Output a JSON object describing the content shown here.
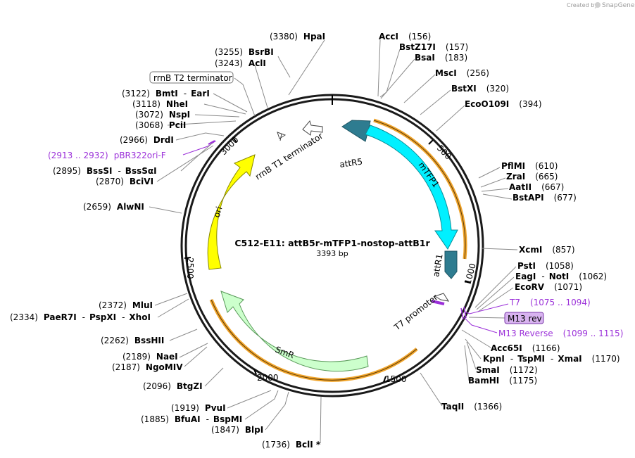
{
  "credit": {
    "text": "Created by",
    "brand": "SnapGene"
  },
  "plasmid": {
    "name": "C512-E11: attB5r-mTFP1-nostop-attB1r",
    "size": "3393 bp"
  },
  "ticks": [
    "500",
    "1000",
    "1500",
    "2000",
    "2500",
    "3000"
  ],
  "features": {
    "attR5": "attR5",
    "mTFP1": "mTFP1",
    "attR1": "attR1",
    "ori": "ori",
    "SmR": "SmR",
    "T7_promoter": "T7 promoter",
    "rrnB_T1": "rrnB T1 terminator"
  },
  "colors": {
    "attR": "#2e7c90",
    "mTFP1": "#00f0ff",
    "ori": "#ffff00",
    "SmR": "#ccffcc",
    "orange": "#f1a52b",
    "primer": "#9b30d9",
    "m13_box": "#d8b3f0"
  },
  "labels": {
    "HpaI": {
      "name": "HpaI",
      "pos": "(3380)"
    },
    "BsrBI": {
      "name": "BsrBI",
      "pos": "(3255)"
    },
    "AclI": {
      "name": "AclI",
      "pos": "(3243)"
    },
    "rrnB_T2": {
      "name": "rrnB T2 terminator"
    },
    "BmtI": {
      "name": "BmtI",
      "sep": "-",
      "name2": "EarI",
      "pos": "(3122)"
    },
    "NheI": {
      "name": "NheI",
      "pos": "(3118)"
    },
    "NspI": {
      "name": "NspI",
      "pos": "(3072)"
    },
    "PciI": {
      "name": "PciI",
      "pos": "(3068)"
    },
    "DrdI": {
      "name": "DrdI",
      "pos": "(2966)"
    },
    "pBR322ori": {
      "name": "pBR322ori-F",
      "pos": "(2913 .. 2932)"
    },
    "BssSI": {
      "name": "BssSI",
      "sep": "-",
      "name2": "BssSαI",
      "pos": "(2895)"
    },
    "BciVI": {
      "name": "BciVI",
      "pos": "(2870)"
    },
    "AlwNI": {
      "name": "AlwNI",
      "pos": "(2659)"
    },
    "MluI": {
      "name": "MluI",
      "pos": "(2372)"
    },
    "PaeR7I": {
      "name": "PaeR7I",
      "sep": "-",
      "name2": "PspXI",
      "sep2": "-",
      "name3": "XhoI",
      "pos": "(2334)"
    },
    "BssHII": {
      "name": "BssHII",
      "pos": "(2262)"
    },
    "NaeI": {
      "name": "NaeI",
      "pos": "(2189)"
    },
    "NgoMIV": {
      "name": "NgoMIV",
      "pos": "(2187)"
    },
    "BtgZI": {
      "name": "BtgZI",
      "pos": "(2096)"
    },
    "PvuI": {
      "name": "PvuI",
      "pos": "(1919)"
    },
    "BfuAI": {
      "name": "BfuAI",
      "sep": "-",
      "name2": "BspMI",
      "pos": "(1885)"
    },
    "BlpI": {
      "name": "BlpI",
      "pos": "(1847)"
    },
    "BclI": {
      "name": "BclI *",
      "pos": "(1736)"
    },
    "AccI": {
      "name": "AccI",
      "pos": "(156)"
    },
    "BstZ17I": {
      "name": "BstZ17I",
      "pos": "(157)"
    },
    "BsaI": {
      "name": "BsaI",
      "pos": "(183)"
    },
    "MscI": {
      "name": "MscI",
      "pos": "(256)"
    },
    "BstXI": {
      "name": "BstXI",
      "pos": "(320)"
    },
    "EcoO109I": {
      "name": "EcoO109I",
      "pos": "(394)"
    },
    "PflMI": {
      "name": "PflMI",
      "pos": "(610)"
    },
    "ZraI": {
      "name": "ZraI",
      "pos": "(665)"
    },
    "AatII": {
      "name": "AatII",
      "pos": "(667)"
    },
    "BstAPI": {
      "name": "BstAPI",
      "pos": "(677)"
    },
    "XcmI": {
      "name": "XcmI",
      "pos": "(857)"
    },
    "PstI": {
      "name": "PstI",
      "pos": "(1058)"
    },
    "EagI": {
      "name": "EagI",
      "sep": "-",
      "name2": "NotI",
      "pos": "(1062)"
    },
    "EcoRV": {
      "name": "EcoRV",
      "pos": "(1071)"
    },
    "T7": {
      "name": "T7",
      "pos": "(1075 .. 1094)"
    },
    "M13rev": {
      "name": "M13 rev"
    },
    "M13Reverse": {
      "name": "M13 Reverse",
      "pos": "(1099 .. 1115)"
    },
    "Acc65I": {
      "name": "Acc65I",
      "pos": "(1166)"
    },
    "KpnI": {
      "name": "KpnI",
      "sep": "-",
      "name2": "TspMI",
      "sep2": "-",
      "name3": "XmaI",
      "pos": "(1170)"
    },
    "SmaI": {
      "name": "SmaI",
      "pos": "(1172)"
    },
    "BamHI": {
      "name": "BamHI",
      "pos": "(1175)"
    },
    "TaqII": {
      "name": "TaqII",
      "pos": "(1366)"
    }
  }
}
